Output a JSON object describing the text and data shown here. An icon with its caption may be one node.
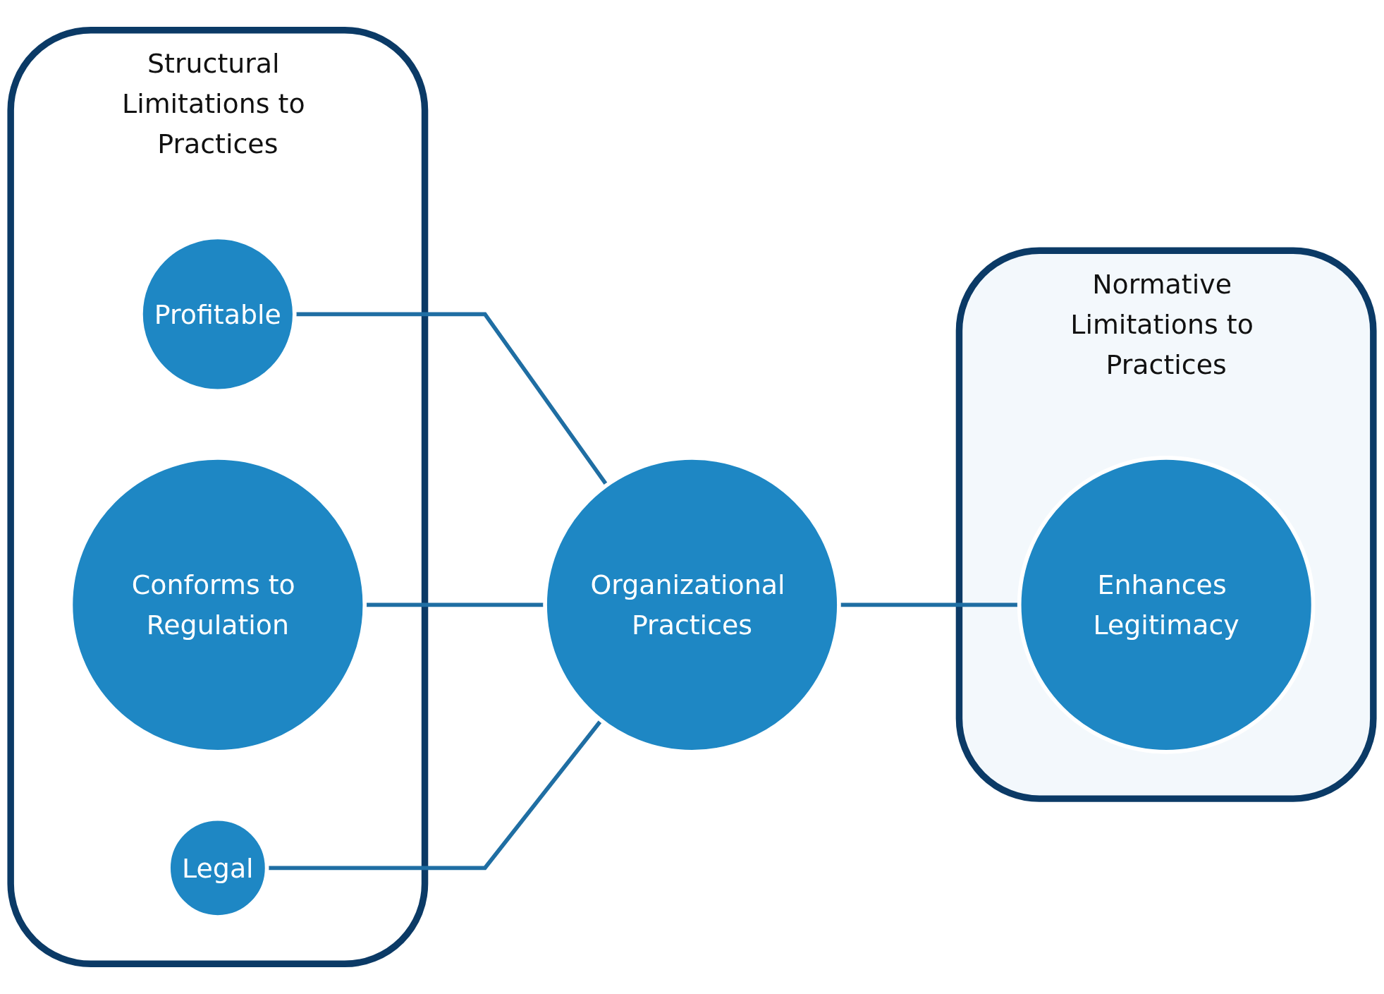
{
  "diagram": {
    "nodes": [
      {
        "text": [
          "Structural Limitations to Practices"
        ]
      },
      {
        "text": [
          "Normative Limitations to Practices"
        ]
      },
      {
        "text": [
          "Profitable"
        ],
        "in": 0
      },
      {
        "text": [
          "Conforms to Regulation"
        ],
        "in": 0
      },
      {
        "text": [
          "Organizational Practices"
        ]
      },
      {
        "text": [
          "Legal"
        ],
        "in": 0
      },
      {
        "text": [
          "Enhances Legitimacy"
        ],
        "in": 1
      }
    ],
    "edges": [
      {
        "from": 2,
        "to": 4,
        "arrow": "none"
      },
      {
        "from": 3,
        "to": 4,
        "arrow": "none"
      },
      {
        "from": 5,
        "to": 4,
        "arrow": "none"
      },
      {
        "from": 4,
        "to": 6,
        "arrow": "none"
      }
    ]
  }
}
